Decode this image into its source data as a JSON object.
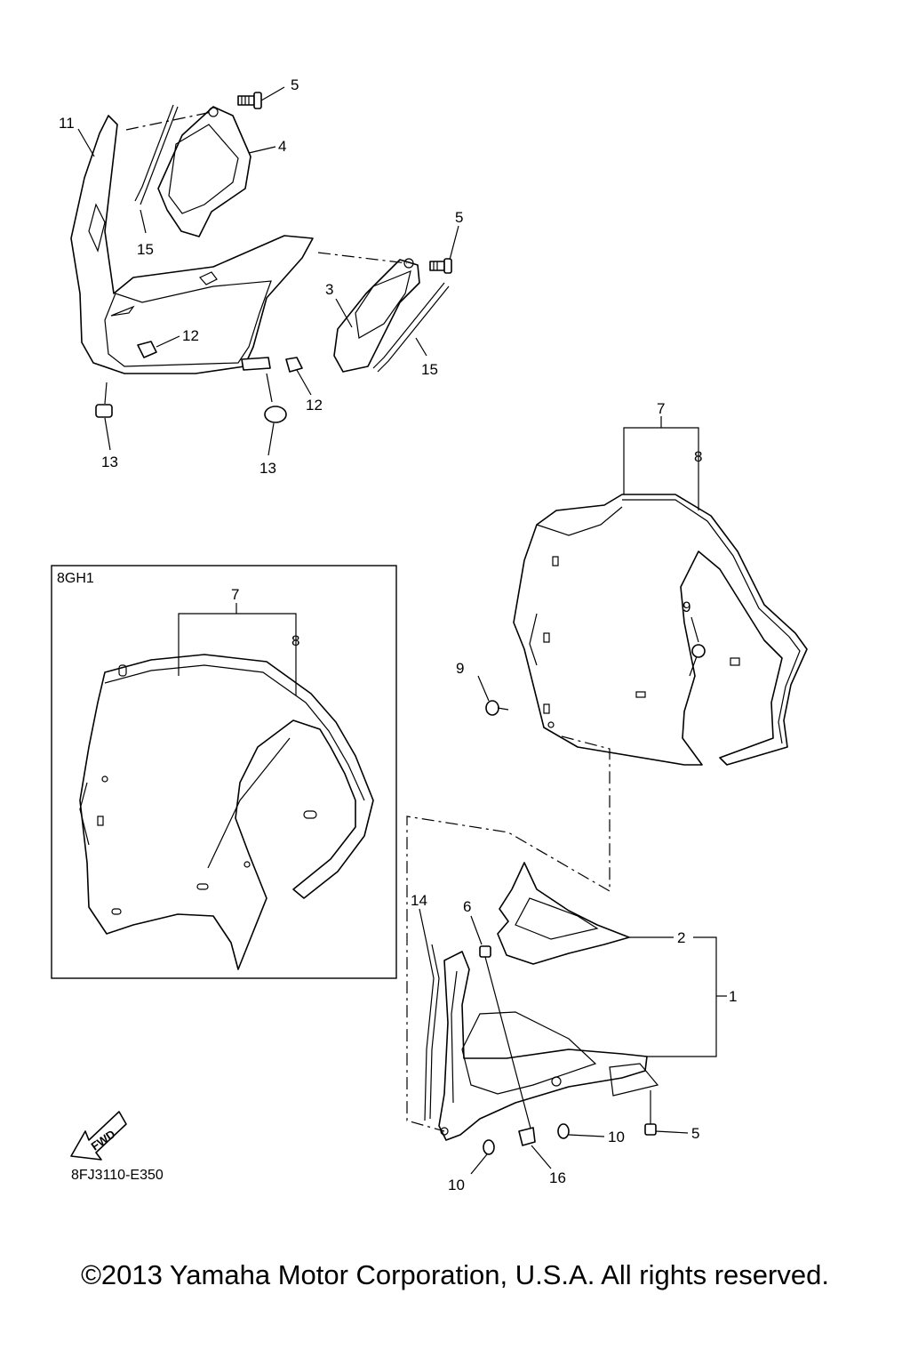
{
  "callouts": [
    {
      "id": "c5a",
      "text": "5"
    },
    {
      "id": "c11",
      "text": "11"
    },
    {
      "id": "c4",
      "text": "4"
    },
    {
      "id": "c15a",
      "text": "15"
    },
    {
      "id": "c5b",
      "text": "5"
    },
    {
      "id": "c3",
      "text": "3"
    },
    {
      "id": "c12a",
      "text": "12"
    },
    {
      "id": "c15b",
      "text": "15"
    },
    {
      "id": "c12b",
      "text": "12"
    },
    {
      "id": "c13a",
      "text": "13"
    },
    {
      "id": "c13b",
      "text": "13"
    },
    {
      "id": "c7a",
      "text": "7"
    },
    {
      "id": "c8a",
      "text": "8"
    },
    {
      "id": "c9a",
      "text": "9"
    },
    {
      "id": "c9b",
      "text": "9"
    },
    {
      "id": "c7b",
      "text": "7"
    },
    {
      "id": "c8b",
      "text": "8"
    },
    {
      "id": "c14",
      "text": "14"
    },
    {
      "id": "c6",
      "text": "6"
    },
    {
      "id": "c2",
      "text": "2"
    },
    {
      "id": "c1",
      "text": "1"
    },
    {
      "id": "c10a",
      "text": "10"
    },
    {
      "id": "c5c",
      "text": "5"
    },
    {
      "id": "c10b",
      "text": "10"
    },
    {
      "id": "c16",
      "text": "16"
    }
  ],
  "variant_box_label": "8GH1",
  "fwd_label": "FWD",
  "diagram_code": "8FJ3110-E350",
  "copyright": "©2013 Yamaha Motor Corporation, U.S.A. All rights reserved."
}
